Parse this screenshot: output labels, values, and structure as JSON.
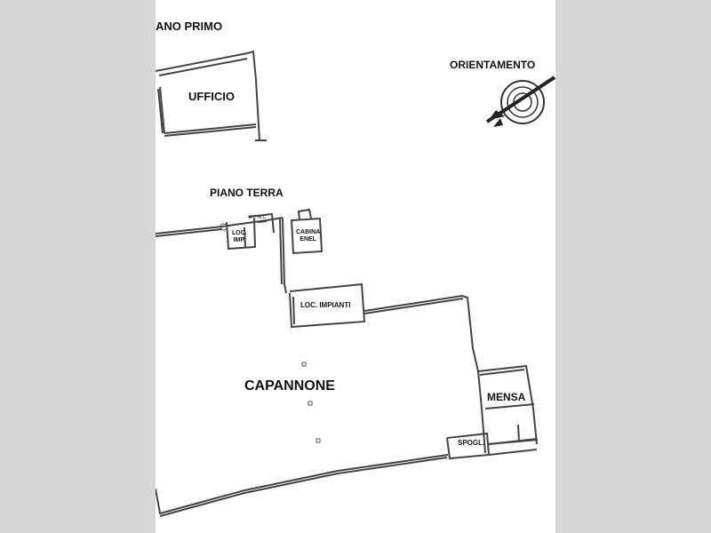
{
  "labels": {
    "piano_primo": "ANO PRIMO",
    "orientamento": "ORIENTAMENTO",
    "ufficio": "UFFICIO",
    "piano_terra": "PIANO TERRA",
    "wc": "W.C W.C",
    "loc_imp": "LOC.\nIMP.",
    "cabina_enel": "CABINA\nENEL",
    "loc_impianti": "LOC. IMPIANTI",
    "capannone": "CAPANNONE",
    "mensa": "MENSA",
    "spogl": "SPOGL."
  },
  "colors": {
    "background": "#d7d7d7",
    "sheet": "#ffffff",
    "wall": "#444444"
  },
  "icons": {
    "compass": "compass-rose-icon"
  }
}
